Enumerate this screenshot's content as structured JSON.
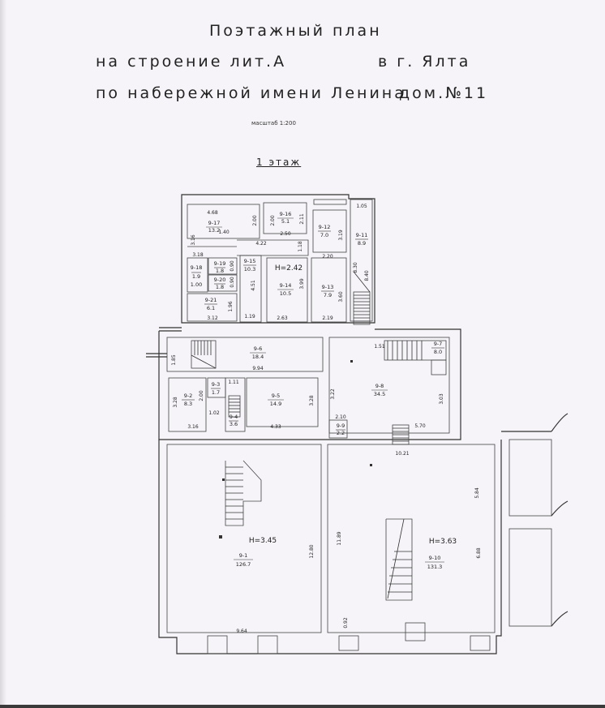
{
  "title": {
    "line1": "Поэтажный план",
    "line2_left": "на строение лит.А",
    "line2_right": "в г. Ялта",
    "line3_left": "по набережной имени Ленина",
    "line3_right": "дом.№11",
    "scale": "масштаб 1:200",
    "floor": "1 этаж"
  },
  "rooms": {
    "r17": {
      "id": "9-17",
      "area": "13.2"
    },
    "r16": {
      "id": "9-16",
      "area": "5.1"
    },
    "r12": {
      "id": "9-12",
      "area": "7.0"
    },
    "r11": {
      "id": "9-11",
      "area": "8.9"
    },
    "r15": {
      "id": "9-15",
      "area": "10.3"
    },
    "r18": {
      "id": "9-18",
      "area": "1.9",
      "extra": "1.00"
    },
    "r19": {
      "id": "9-19",
      "area": "1.8"
    },
    "r20": {
      "id": "9-20",
      "area": "1.8"
    },
    "r21": {
      "id": "9-21",
      "area": "6.1"
    },
    "r14": {
      "id": "9-14",
      "area": "10.5"
    },
    "r13": {
      "id": "9-13",
      "area": "7.9"
    },
    "r6": {
      "id": "9-6",
      "area": "18.4"
    },
    "r7": {
      "id": "9-7",
      "area": "8.0"
    },
    "r8": {
      "id": "9-8",
      "area": "34.5"
    },
    "r2": {
      "id": "9-2",
      "area": "8.3"
    },
    "r3": {
      "id": "9-3",
      "area": "1.7"
    },
    "r4": {
      "id": "9-4",
      "area": "3.6"
    },
    "r5": {
      "id": "9-5",
      "area": "14.9"
    },
    "r9": {
      "id": "9-9",
      "area": "2.2"
    },
    "r1": {
      "id": "9-1",
      "area": "126.7"
    },
    "r10": {
      "id": "9-10",
      "area": "131.3"
    }
  },
  "heights": {
    "h1": "H=2.42",
    "h2": "H=3.45",
    "h3": "H=3.63"
  },
  "dims": {
    "d468": "4.68",
    "d200a": "2.00",
    "d200b": "2.00",
    "d211": "2.11",
    "d105": "1.05",
    "d316": "3.16",
    "d140": "1.40",
    "d250": "2.50",
    "d319": "3.19",
    "d318": "3.18",
    "d422": "4.22",
    "d118": "1.18",
    "d220": "2.20",
    "d090a": "0.90",
    "d090b": "0.90",
    "d451": "4.51",
    "d399": "3.99",
    "d360": "3.60",
    "d830": "8.30",
    "d840": "8.40",
    "d196": "1.96",
    "d312": "3.12",
    "d119": "1.19",
    "d263": "2.63",
    "d219": "2.19",
    "d185": "1.85",
    "d994": "9.94",
    "d151": "1.51",
    "d111": "1.11",
    "d322": "3.22",
    "d303": "3.03",
    "d328a": "3.28",
    "d328b": "3.28",
    "d102": "1.02",
    "d316b": "3.16",
    "d433": "4.33",
    "d210": "2.10",
    "d570": "5.70",
    "d1021": "10.21",
    "d584": "5.84",
    "d1280": "12.80",
    "d1189": "11.89",
    "d688": "6.88",
    "d964": "9.64",
    "d092": "0.92"
  }
}
